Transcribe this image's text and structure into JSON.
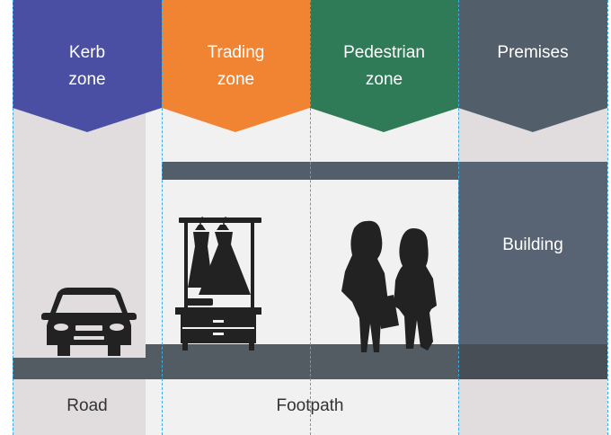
{
  "zones": [
    {
      "id": "kerb",
      "label": "Kerb\nzone",
      "color": "#4a4fa3"
    },
    {
      "id": "trading",
      "label": "Trading\nzone",
      "color": "#f08433"
    },
    {
      "id": "pedestrian",
      "label": "Pedestrian\nzone",
      "color": "#2f7a57"
    },
    {
      "id": "premises",
      "label": "Premises",
      "color": "#535e6b"
    }
  ],
  "building_label": "Building",
  "ground_labels": {
    "road": "Road",
    "footpath": "Footpath"
  },
  "colors": {
    "road_bg": "#e1dcde",
    "footpath_bg": "#f1f1f2",
    "ground_strip": "#535b63",
    "building": "#586373",
    "building_base": "#474e56",
    "awning": "#535e6b",
    "guide_line": "#3aaee3",
    "silhouette": "#222222"
  },
  "icons": [
    "car-icon",
    "clothes-rack-icon",
    "shoppers-icon"
  ]
}
